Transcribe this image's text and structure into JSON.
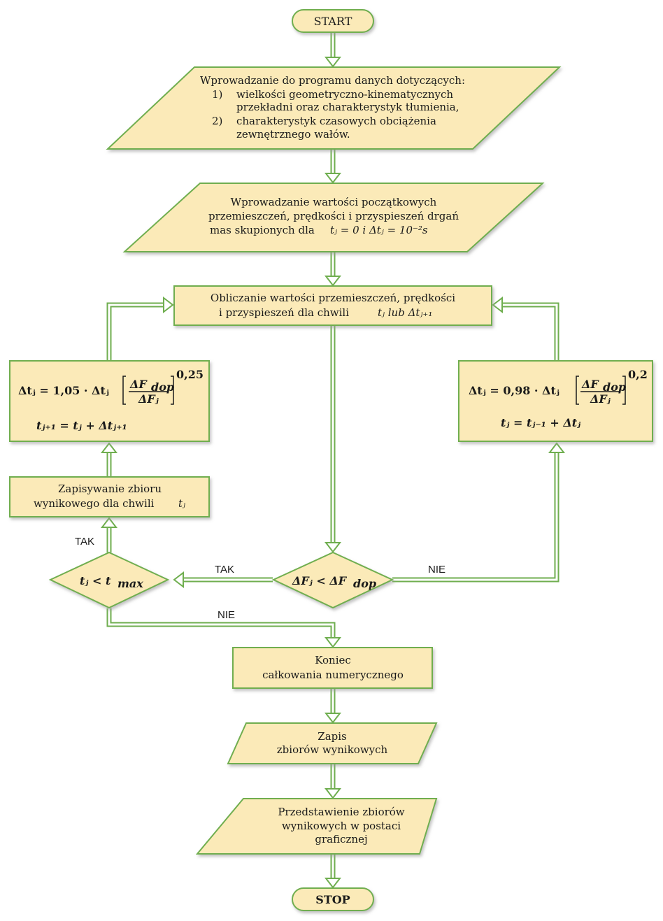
{
  "start": {
    "label": "START"
  },
  "input1": {
    "line1": "Wprowadzanie do programu danych dotyczących:",
    "item1_num": "1)",
    "item1_line1": "wielkości geometryczno-kinematycznych",
    "item1_line2": "przekładni oraz charakterystyk tłumienia,",
    "item2_num": "2)",
    "item2_line1": "charakterystyk czasowych obciążenia",
    "item2_line2": "zewnętrznego wałów."
  },
  "input2": {
    "line1": "Wprowadzanie wartości początkowych",
    "line2": "przemieszczeń, prędkości i przyspieszeń drgań",
    "line3_text": "mas skupionych dla",
    "line3_math": "tⱼ = 0  i  Δtⱼ = 10⁻²s"
  },
  "compute": {
    "line1": "Obliczanie wartości przemieszczeń, prędkości",
    "line2_text": "i przyspieszeń dla chwili",
    "line2_math": "tⱼ  lub  Δtⱼ₊₁"
  },
  "left_formula": {
    "eq1_lhs": "Δtⱼ = 1,05 · Δtⱼ",
    "eq1_num": "ΔF",
    "eq1_num_sub": "dop",
    "eq1_den": "ΔFⱼ",
    "eq1_exp": "0,25",
    "eq2": "tⱼ₊₁ = tⱼ + Δtⱼ₊₁"
  },
  "right_formula": {
    "eq1_lhs": "Δtⱼ = 0,98 · Δtⱼ",
    "eq1_num": "ΔF",
    "eq1_num_sub": "dop",
    "eq1_den": "ΔFⱼ",
    "eq1_exp": "0,2",
    "eq2": "tⱼ = tⱼ₋₁ + Δtⱼ"
  },
  "save_set": {
    "line1": "Zapisywanie zbioru",
    "line2_text": "wynikowego dla chwili",
    "line2_math": "tⱼ"
  },
  "decision_time": {
    "lhs": "tⱼ < t",
    "sub": "max"
  },
  "decision_force": {
    "lhs": "ΔFⱼ < ΔF",
    "sub": "dop"
  },
  "labels": {
    "tak_up": "TAK",
    "tak_left": "TAK",
    "nie_right": "NIE",
    "nie_down": "NIE"
  },
  "end_integration": {
    "line1": "Koniec",
    "line2": "całkowania numerycznego"
  },
  "save_results": {
    "line1": "Zapis",
    "line2": "zbiorów wynikowych"
  },
  "present": {
    "line1": "Przedstawienie zbiorów",
    "line2": "wynikowych w postaci",
    "line3": "graficznej"
  },
  "stop": {
    "label": "STOP"
  },
  "colors": {
    "fill": "#fbeab8",
    "stroke": "#6fae4f"
  }
}
